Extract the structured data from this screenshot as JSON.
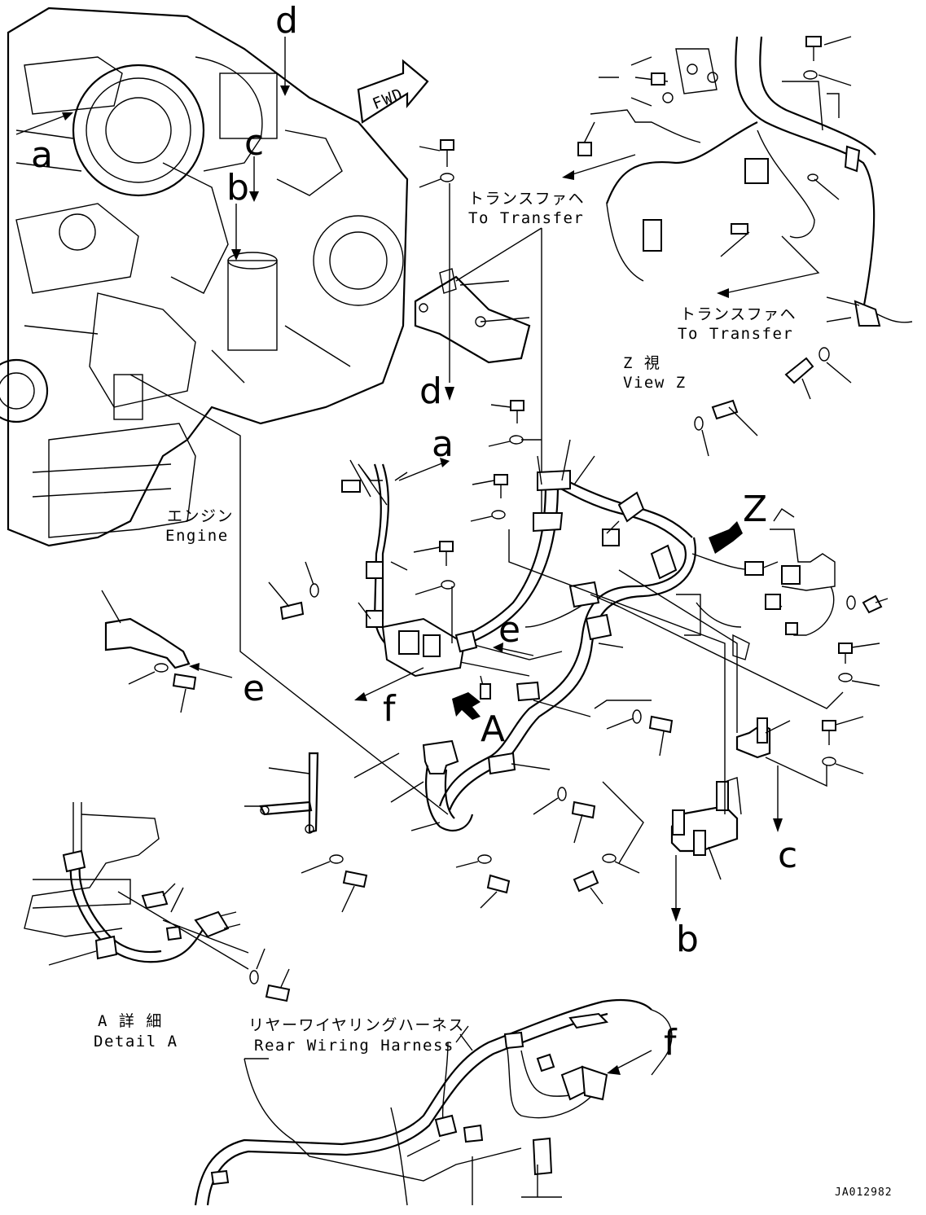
{
  "diagram": {
    "labels": {
      "fwd": "FWD",
      "to_transfer_jp": "トランスファヘ",
      "to_transfer_en": "To Transfer",
      "view_z_jp": "Z 視",
      "view_z_en": "View Z",
      "engine_jp": "エンジン",
      "engine_en": "Engine",
      "detail_a_jp": "A 詳 細",
      "detail_a_en": "Detail A",
      "rear_harness_jp": "リヤーワイヤリングハーネス",
      "rear_harness_en": "Rear Wiring Harness",
      "drawing_number": "JA012982"
    },
    "refs": {
      "a": "a",
      "b": "b",
      "c": "c",
      "d": "d",
      "e": "e",
      "f": "f",
      "z": "Z",
      "detail_a": "A"
    }
  }
}
